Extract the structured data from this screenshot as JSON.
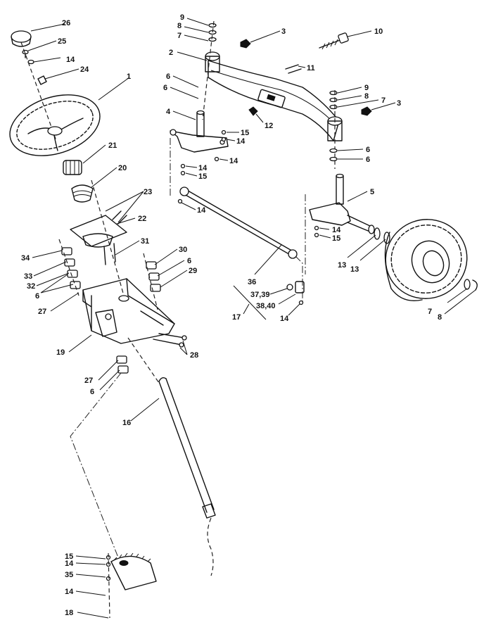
{
  "callouts": [
    {
      "label": "26"
    },
    {
      "label": "25"
    },
    {
      "label": "14"
    },
    {
      "label": "24"
    },
    {
      "label": "1"
    },
    {
      "label": "21"
    },
    {
      "label": "20"
    },
    {
      "label": "23"
    },
    {
      "label": "22"
    },
    {
      "label": "34"
    },
    {
      "label": "31"
    },
    {
      "label": "33"
    },
    {
      "label": "32"
    },
    {
      "label": "6"
    },
    {
      "label": "27"
    },
    {
      "label": "30"
    },
    {
      "label": "6"
    },
    {
      "label": "29"
    },
    {
      "label": "19"
    },
    {
      "label": "28"
    },
    {
      "label": "27"
    },
    {
      "label": "6"
    },
    {
      "label": "16"
    },
    {
      "label": "15"
    },
    {
      "label": "14"
    },
    {
      "label": "35"
    },
    {
      "label": "14"
    },
    {
      "label": "18"
    },
    {
      "label": "9"
    },
    {
      "label": "8"
    },
    {
      "label": "7"
    },
    {
      "label": "2"
    },
    {
      "label": "6"
    },
    {
      "label": "6"
    },
    {
      "label": "4"
    },
    {
      "label": "15"
    },
    {
      "label": "14"
    },
    {
      "label": "14"
    },
    {
      "label": "14"
    },
    {
      "label": "15"
    },
    {
      "label": "14"
    },
    {
      "label": "3"
    },
    {
      "label": "10"
    },
    {
      "label": "11"
    },
    {
      "label": "12"
    },
    {
      "label": "9"
    },
    {
      "label": "8"
    },
    {
      "label": "7"
    },
    {
      "label": "3"
    },
    {
      "label": "6"
    },
    {
      "label": "6"
    },
    {
      "label": "5"
    },
    {
      "label": "14"
    },
    {
      "label": "15"
    },
    {
      "label": "13"
    },
    {
      "label": "13"
    },
    {
      "label": "36"
    },
    {
      "label": "37,39"
    },
    {
      "label": "38,40"
    },
    {
      "label": "17"
    },
    {
      "label": "14"
    },
    {
      "label": "7"
    },
    {
      "label": "8"
    }
  ]
}
